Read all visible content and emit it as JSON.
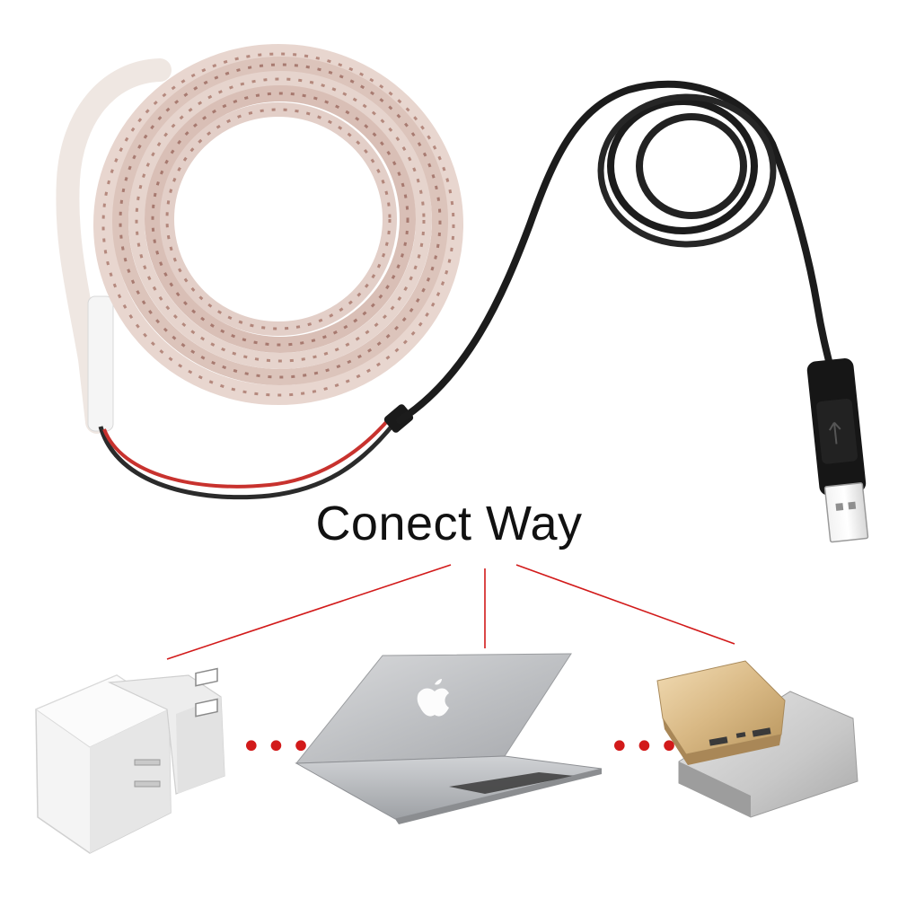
{
  "caption": "Conect Way",
  "accent_color": "#d21a1a",
  "connector_dots": "•••",
  "devices": [
    {
      "name": "usb-wall-charger",
      "icon": "wall-adapter-icon"
    },
    {
      "name": "laptop",
      "icon": "laptop-icon"
    },
    {
      "name": "power-bank",
      "icon": "power-bank-icon"
    }
  ],
  "product": {
    "strip": "led-strip-coil",
    "cable": "usb-cable",
    "plug": "usb-a-plug-icon"
  }
}
